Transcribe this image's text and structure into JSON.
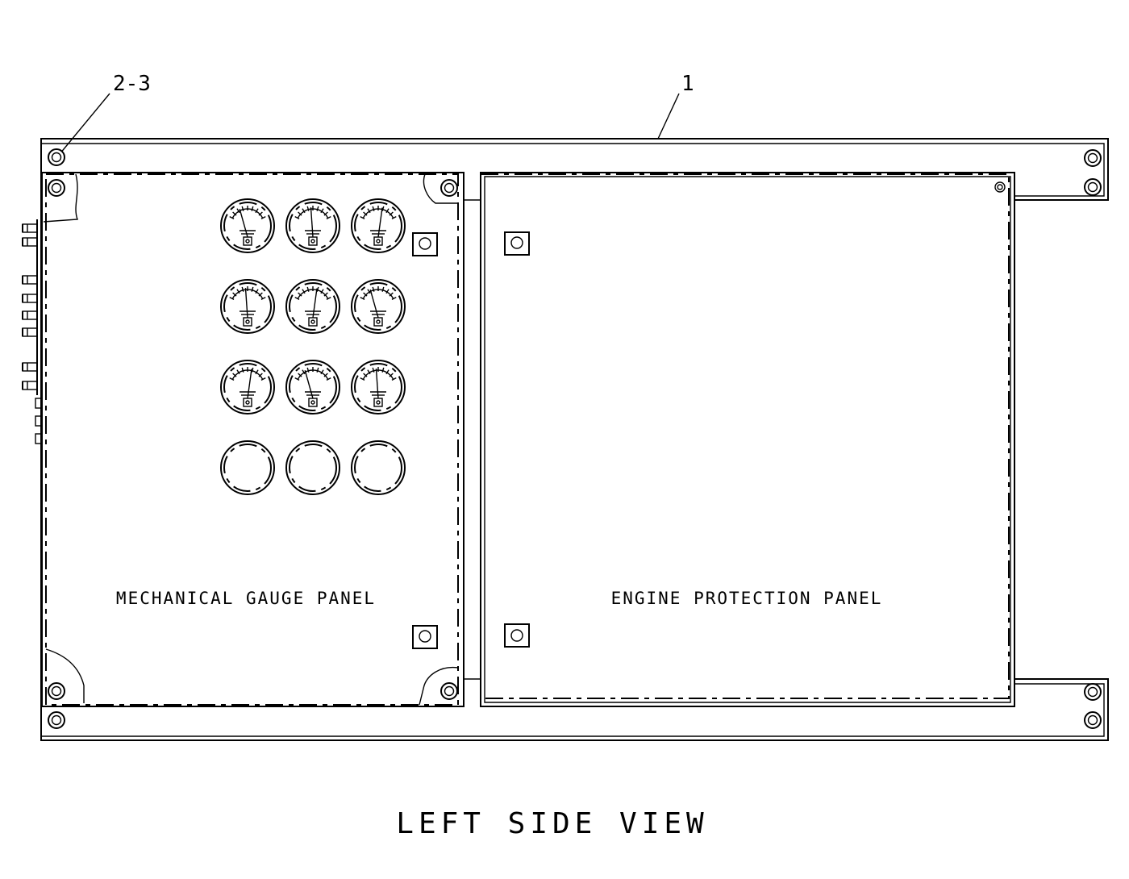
{
  "callouts": {
    "fasteners": "2-3",
    "frame": "1"
  },
  "panels": {
    "left": "MECHANICAL GAUGE PANEL",
    "right": "ENGINE PROTECTION PANEL"
  },
  "view_title": "LEFT SIDE VIEW",
  "gauge_rows": 4,
  "gauge_cols": 3,
  "blank_gauge_rows": 1
}
